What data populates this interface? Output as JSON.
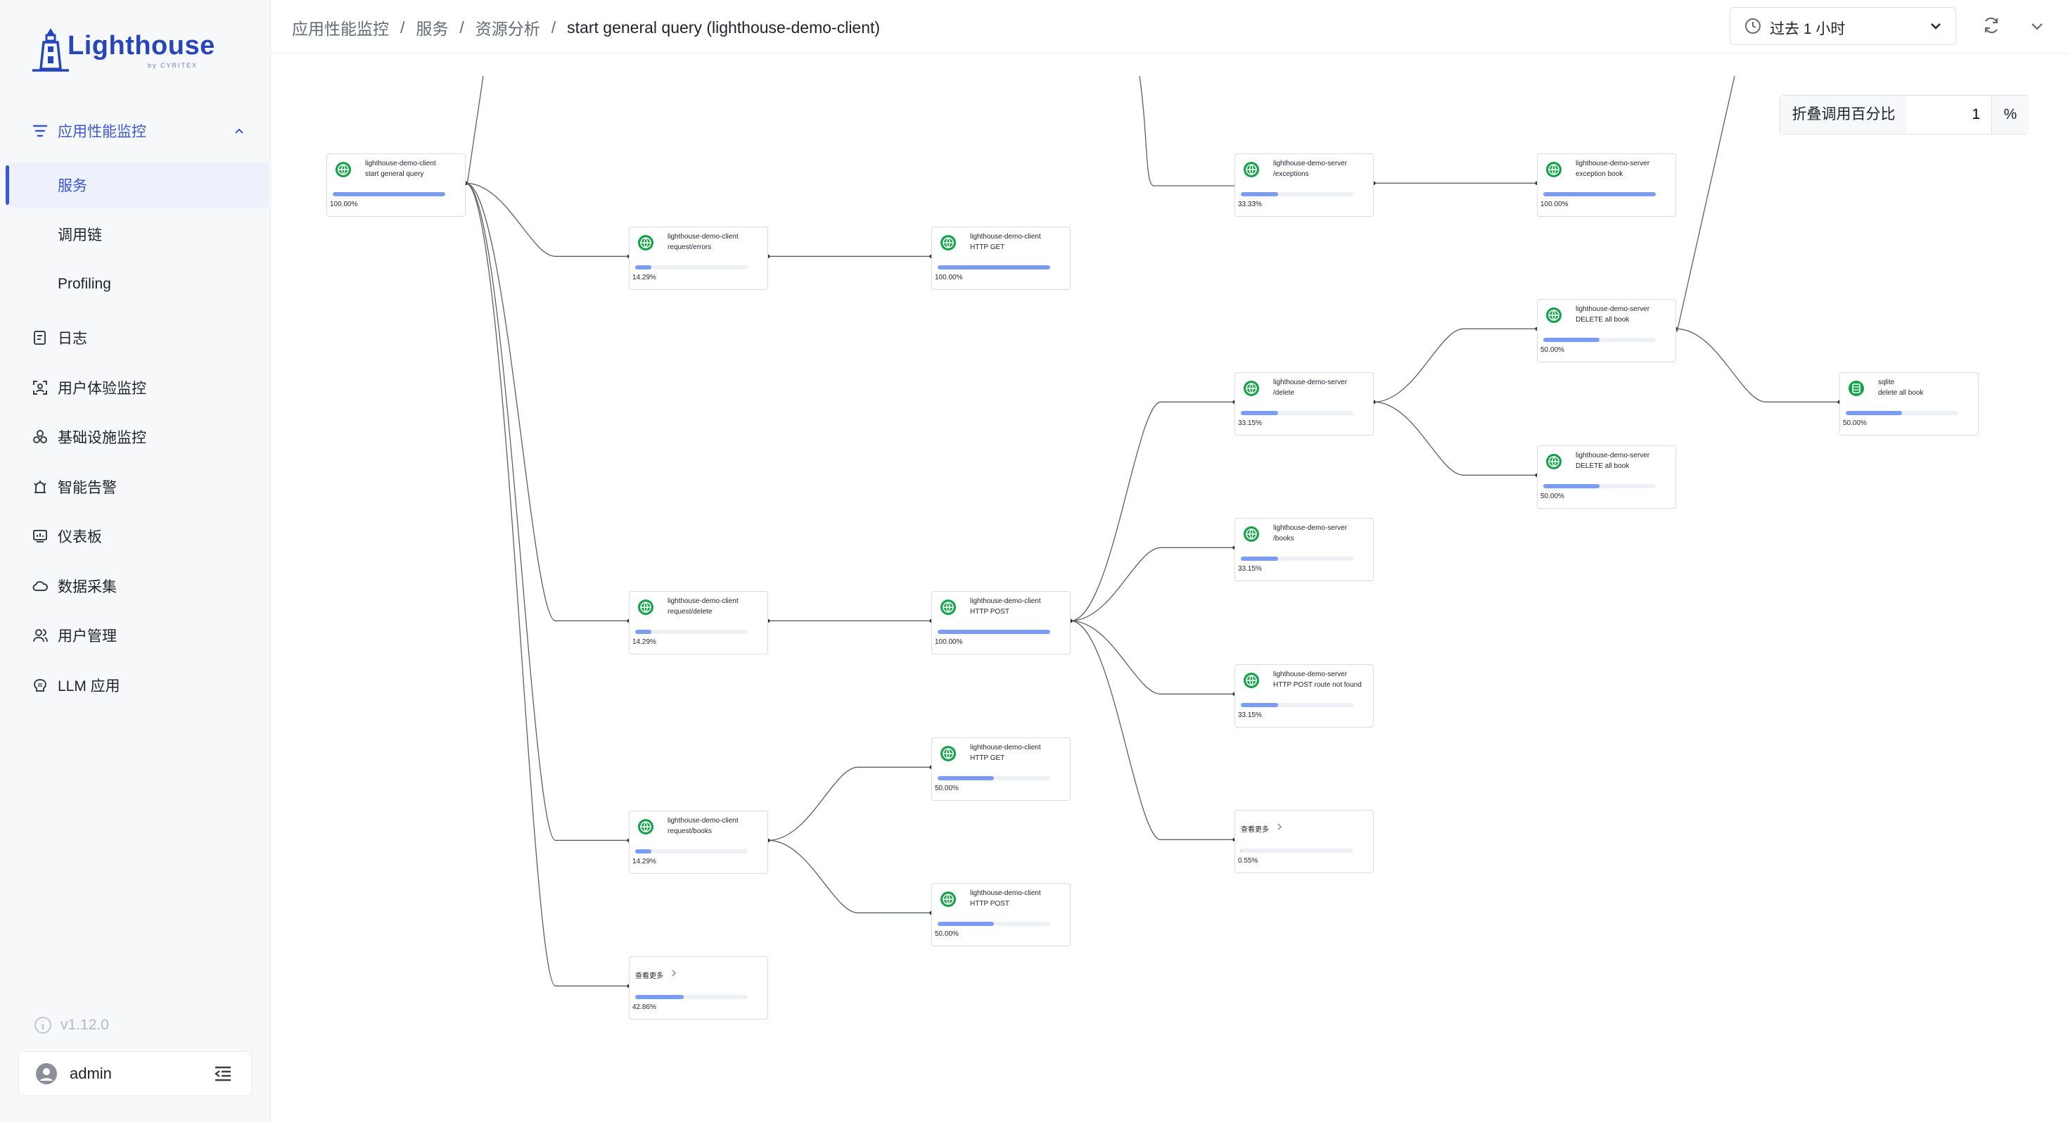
{
  "brand": {
    "name": "Lighthouse",
    "by": "by CYRITEX"
  },
  "sidebar": {
    "items": [
      {
        "label": "应用性能监控",
        "icon": "apm-icon"
      },
      {
        "label": "服务",
        "icon": ""
      },
      {
        "label": "调用链",
        "icon": ""
      },
      {
        "label": "Profiling",
        "icon": ""
      },
      {
        "label": "日志",
        "icon": "log-icon"
      },
      {
        "label": "用户体验监控",
        "icon": "user-experience-icon"
      },
      {
        "label": "基础设施监控",
        "icon": "infrastructure-icon"
      },
      {
        "label": "智能告警",
        "icon": "alert-icon"
      },
      {
        "label": "仪表板",
        "icon": "dashboard-icon"
      },
      {
        "label": "数据采集",
        "icon": "data-collection-icon"
      },
      {
        "label": "用户管理",
        "icon": "user-management-icon"
      },
      {
        "label": "LLM 应用",
        "icon": "llm-icon"
      }
    ],
    "version": "v1.12.0",
    "user": "admin"
  },
  "header": {
    "breadcrumb": [
      "应用性能监控",
      "服务",
      "资源分析",
      "start general query (lighthouse-demo-client)"
    ],
    "time_range": "过去 1 小时"
  },
  "collapse_control": {
    "label": "折叠调用百分比",
    "value": "1",
    "unit": "%"
  },
  "nodes": [
    {
      "id": "n1",
      "service": "lighthouse-demo-client",
      "operation": "start general query",
      "percent": "100.00%",
      "ratio": 1.0
    },
    {
      "id": "n2",
      "service": "lighthouse-demo-client",
      "operation": "request/errors",
      "percent": "14.29%",
      "ratio": 0.1429
    },
    {
      "id": "n3",
      "service": "lighthouse-demo-client",
      "operation": "HTTP GET",
      "percent": "100.00%",
      "ratio": 1.0
    },
    {
      "id": "n4",
      "service": "lighthouse-demo-client",
      "operation": "request/delete",
      "percent": "14.29%",
      "ratio": 0.1429
    },
    {
      "id": "n5",
      "service": "lighthouse-demo-client",
      "operation": "HTTP POST",
      "percent": "100.00%",
      "ratio": 1.0
    },
    {
      "id": "n6",
      "service": "lighthouse-demo-client",
      "operation": "request/books",
      "percent": "14.29%",
      "ratio": 0.1429
    },
    {
      "id": "n7",
      "service": "lighthouse-demo-client",
      "operation": "HTTP GET",
      "percent": "50.00%",
      "ratio": 0.5
    },
    {
      "id": "n8",
      "service": "lighthouse-demo-client",
      "operation": "HTTP POST",
      "percent": "50.00%",
      "ratio": 0.5
    },
    {
      "id": "n9",
      "service": "",
      "operation": "",
      "more_label": "查看更多",
      "percent": "42.86%",
      "ratio": 0.4286
    },
    {
      "id": "n10",
      "service": "lighthouse-demo-server",
      "operation": "/exceptions",
      "percent": "33.33%",
      "ratio": 0.3333
    },
    {
      "id": "n11",
      "service": "lighthouse-demo-server",
      "operation": "exception book",
      "percent": "100.00%",
      "ratio": 1.0
    },
    {
      "id": "n12",
      "service": "lighthouse-demo-server",
      "operation": "/delete",
      "percent": "33.15%",
      "ratio": 0.3315
    },
    {
      "id": "n13",
      "service": "lighthouse-demo-server",
      "operation": "DELETE all book",
      "percent": "50.00%",
      "ratio": 0.5
    },
    {
      "id": "n14",
      "service": "lighthouse-demo-server",
      "operation": "DELETE all book",
      "percent": "50.00%",
      "ratio": 0.5
    },
    {
      "id": "n15",
      "service": "sqlite",
      "operation": "delete all book",
      "percent": "50.00%",
      "ratio": 0.5
    },
    {
      "id": "n16",
      "service": "lighthouse-demo-server",
      "operation": "/books",
      "percent": "33.15%",
      "ratio": 0.3315
    },
    {
      "id": "n17",
      "service": "lighthouse-demo-server",
      "operation": "HTTP POST route not found",
      "percent": "33.15%",
      "ratio": 0.3315
    },
    {
      "id": "n18",
      "service": "",
      "operation": "",
      "more_label": "查看更多",
      "percent": "0.55%",
      "ratio": 0.0055
    }
  ],
  "edges": [
    [
      "n1",
      "n2"
    ],
    [
      "n1",
      "n4"
    ],
    [
      "n1",
      "n6"
    ],
    [
      "n1",
      "n9"
    ],
    [
      "n2",
      "n3"
    ],
    [
      "n4",
      "n5"
    ],
    [
      "n6",
      "n7"
    ],
    [
      "n6",
      "n8"
    ],
    [
      "n5",
      "n12"
    ],
    [
      "n5",
      "n16"
    ],
    [
      "n5",
      "n17"
    ],
    [
      "n5",
      "n18"
    ],
    [
      "n10",
      "n11"
    ],
    [
      "n12",
      "n13"
    ],
    [
      "n12",
      "n14"
    ],
    [
      "n13",
      "n15"
    ]
  ],
  "colors": {
    "accent": "#3a57d6",
    "bar_fill": "#7a9cf4",
    "bar_track": "#edf0f4",
    "node_icon": "#15a34a"
  }
}
